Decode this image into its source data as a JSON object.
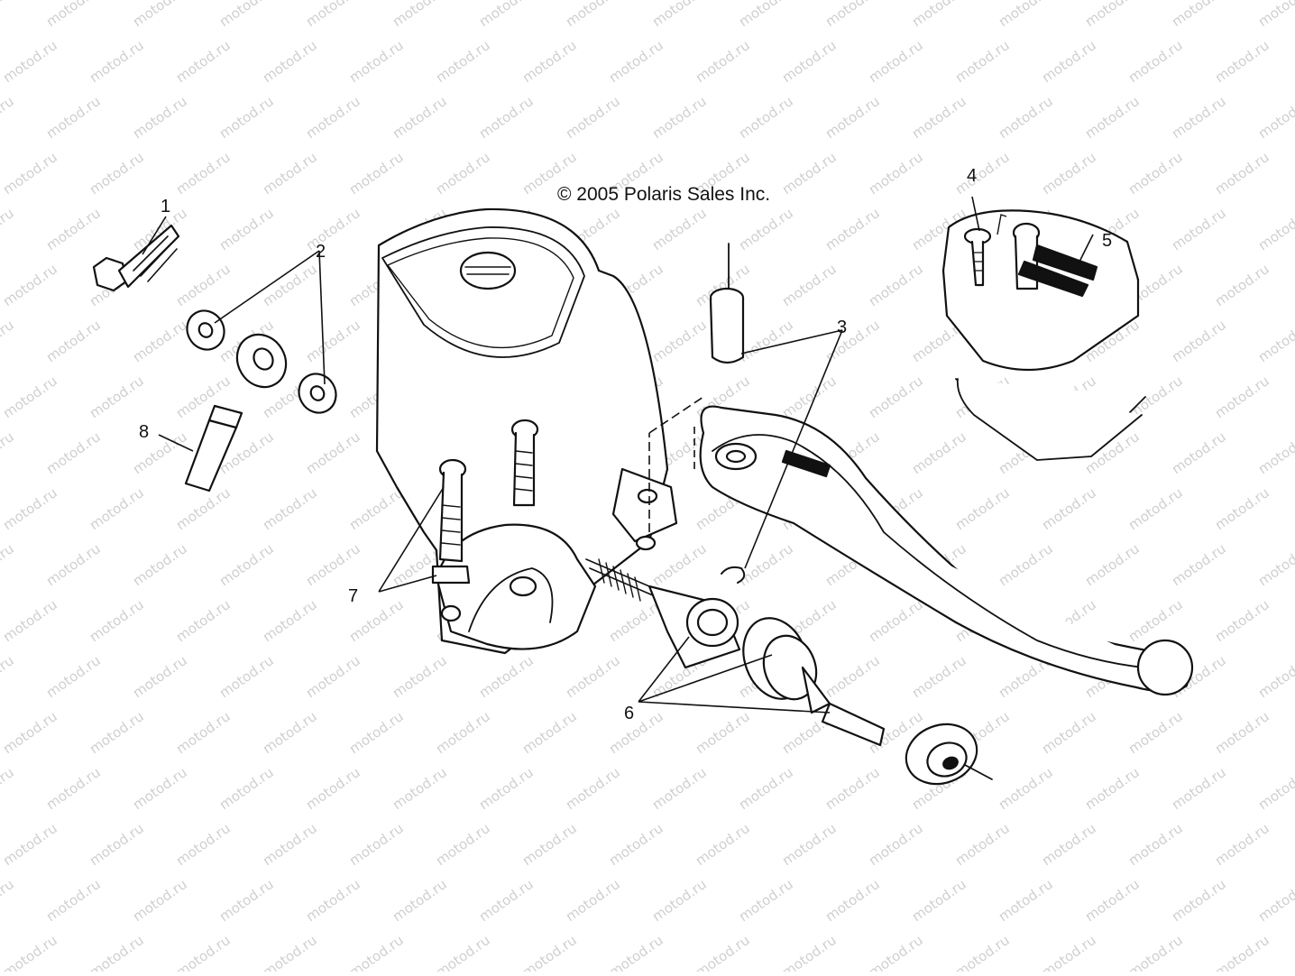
{
  "copyright": "© 2005 Polaris Sales Inc.",
  "watermark": "motod.ru",
  "callouts": [
    {
      "id": "1",
      "text": "1"
    },
    {
      "id": "2",
      "text": "2"
    },
    {
      "id": "3",
      "text": "3"
    },
    {
      "id": "4",
      "text": "4"
    },
    {
      "id": "5",
      "text": "5"
    },
    {
      "id": "6",
      "text": "6"
    },
    {
      "id": "7",
      "text": "7"
    },
    {
      "id": "8",
      "text": "8"
    }
  ],
  "colors": {
    "line": "#111111",
    "background": "#ffffff",
    "watermark": "#cfcfcf"
  }
}
